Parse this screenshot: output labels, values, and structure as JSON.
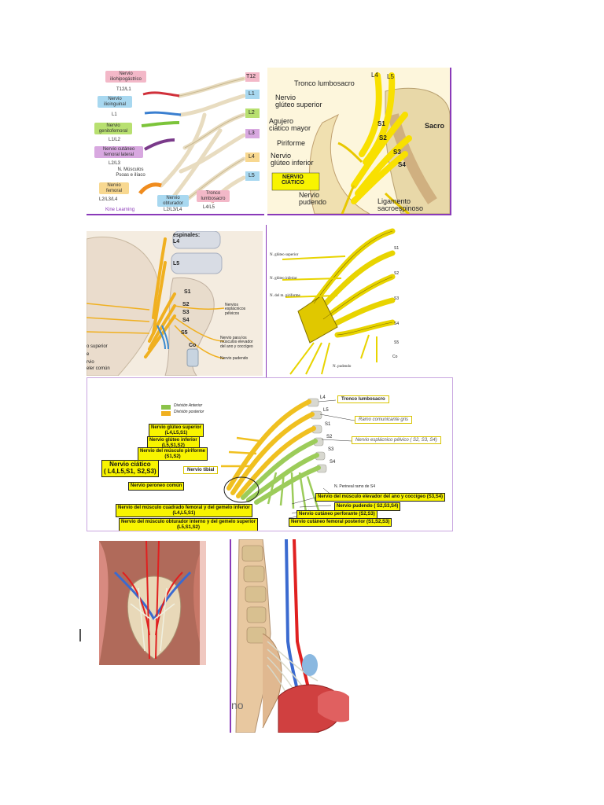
{
  "panel1": {
    "tags": [
      {
        "text": "Nervio\niliohipogástrico",
        "color": "#f3b8c8"
      },
      {
        "text": "T12/L1",
        "color": "#ffffff"
      },
      {
        "text": "Nervio\nilioinguinal",
        "color": "#a8d8f0"
      },
      {
        "text": "L1",
        "color": "#ffffff"
      },
      {
        "text": "Nervio\ngenitofemoral",
        "color": "#b8e070"
      },
      {
        "text": "L1/L2",
        "color": "#ffffff"
      },
      {
        "text": "Nervio cutáneo\nfemoral lateral",
        "color": "#d8a8e0"
      },
      {
        "text": "L2/L3",
        "color": "#ffffff"
      },
      {
        "text": "N. Músculos\nPsoas e ilíaco",
        "color": "#ffffff"
      },
      {
        "text": "Nervio\nfemoral",
        "color": "#f8d890"
      },
      {
        "text": "L2/L3/L4",
        "color": "#ffffff"
      },
      {
        "text": "Nervio\nobturador",
        "color": "#a8d8f0"
      },
      {
        "text": "L2/L3/L4",
        "color": "#ffffff"
      },
      {
        "text": "Tronco\nlumbosacro",
        "color": "#f3b8c8"
      },
      {
        "text": "L4/L5",
        "color": "#ffffff"
      }
    ],
    "levels": [
      "T12",
      "L1",
      "L2",
      "L3",
      "L4",
      "L5"
    ],
    "footer": "Kine Learning"
  },
  "panel2": {
    "labels": [
      "Tronco lumbosacro",
      "L4",
      "L5",
      "Nervio\nglúteo superior",
      "Agujero\nciático mayor",
      "Piriforme",
      "Nervio\nglúteo inferior",
      "Nervio\npudendo",
      "Ligamento\nsacroespinoso",
      "Sacro",
      "S1",
      "S2",
      "S3",
      "S4"
    ],
    "highlight": "NERVIO\nCIÁTICO"
  },
  "panel3": {
    "labels": [
      "espinales:",
      "L4",
      "L5",
      "S1",
      "S2",
      "S3",
      "S4",
      "S5",
      "Co",
      "Nervios\nesplácnicos\npélvicos",
      "Nervio para los\nmúsculos elevador\ndel ano y coccígeo",
      "Nervio pudendo",
      "o superior",
      "e",
      "rvio",
      "eler común"
    ]
  },
  "panel4": {
    "labels": [
      "N. glúteo superior",
      "N. glúteo inferior",
      "N. del m. piriforme",
      "S1",
      "S2",
      "S3",
      "S4",
      "S5",
      "Co",
      "N. pudendo"
    ]
  },
  "panel5": {
    "legend": [
      {
        "text": "División Anterior",
        "color": "#8bc34a"
      },
      {
        "text": "División posterior",
        "color": "#f0b020"
      }
    ],
    "levels": [
      "L4",
      "L5",
      "S1",
      "S2",
      "S3",
      "S4"
    ],
    "left_boxes": [
      "Nervio glúteo superior\n(L4,L5,S1)",
      "Nervio glúteo inferior\n(L5,S1,S2)",
      "Nervio del músculo piriforme\n(S1,S2)",
      "Nervio ciático\n( L4,L5,S1, S2,S3)",
      "Nervio tibial",
      "Nervio peroneo común",
      "Nervio del músculo cuadrado femoral y del gemelo inferior\n(L4,L5,S1)",
      "Nervio del músculo obturador interno y del gemelo superior\n(L5,S1,S2)"
    ],
    "right_boxes": [
      "Tronco lumbosacro",
      "Ramo comunicante gris",
      "Nervio esplácnico pélvico ( S2, S3, S4)",
      "N. Perineal ramo de S4",
      "Nervio del músculo elevador del ano y coccígeo (S3,S4)",
      "Nervio pudendo ( S2,S3,S4)",
      "Nervio cutáneo perforante (S2,S3)",
      "Nervio cutáneo femoral posterior (S1,S2,S3)"
    ]
  },
  "panel7": {
    "fragment": "no"
  }
}
